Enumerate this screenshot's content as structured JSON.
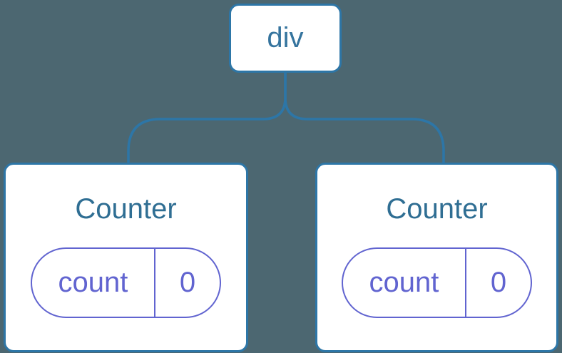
{
  "diagram": {
    "description": "Component tree diagram: a div root element with two Counter children, each holding its own count state of 0",
    "colors": {
      "background": "#4C6771",
      "node_border": "#2D76A7",
      "node_fill": "#FFFFFF",
      "root_text": "#35749E",
      "component_text": "#2F6E93",
      "state_accent": "#6164D0"
    },
    "tree": {
      "root": {
        "label": "div"
      },
      "children": [
        {
          "title": "Counter",
          "state": {
            "key": "count",
            "value": "0"
          }
        },
        {
          "title": "Counter",
          "state": {
            "key": "count",
            "value": "0"
          }
        }
      ]
    }
  }
}
